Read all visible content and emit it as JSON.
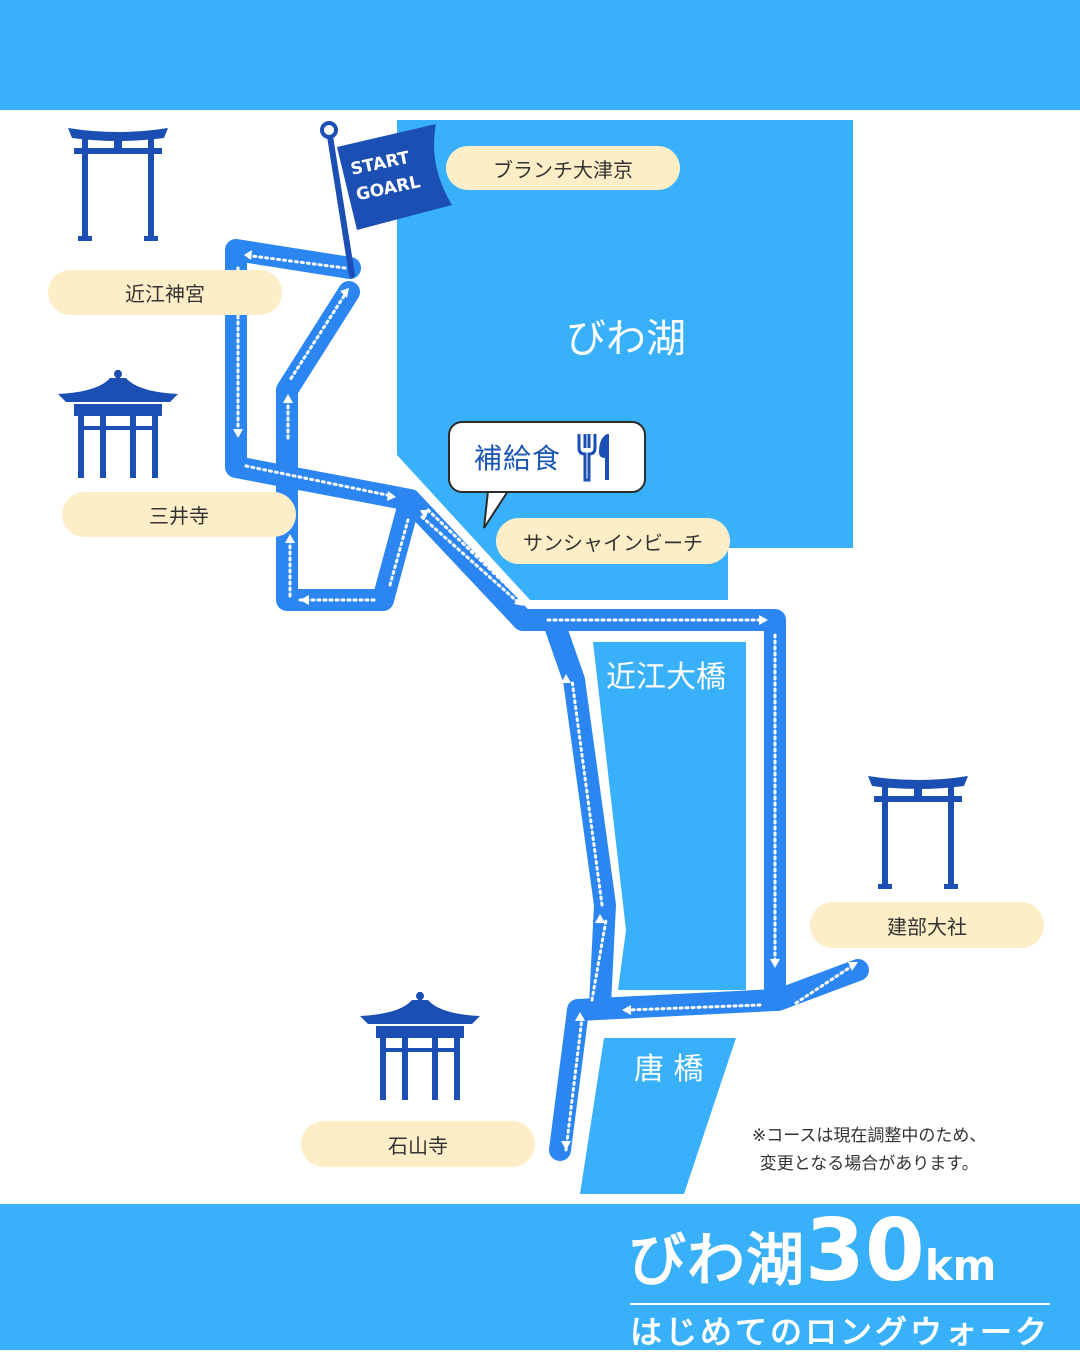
{
  "map": {
    "water": {
      "lake_name": "びわ湖",
      "bridge1": "近江大橋",
      "bridge2": "唐 橋"
    },
    "flag": {
      "line1": "START",
      "line2": "GOARL"
    },
    "places": {
      "branch_otsukyo": "ブランチ大津京",
      "omi_jingu": "近江神宮",
      "miidera": "三井寺",
      "sunshine_beach": "サンシャインビーチ",
      "takebe_taisha": "建部大社",
      "ishiyamadera": "石山寺"
    },
    "aid_station": {
      "label": "補給食",
      "icon": "fork-knife-icon"
    },
    "note": {
      "line1": "※コースは現在調整中のため、",
      "line2": "変更となる場合があります。"
    },
    "icons": [
      "torii-gate-icon",
      "temple-pavilion-icon"
    ]
  },
  "title": {
    "main": "びわ湖",
    "distance": "30",
    "unit": "km",
    "subtitle": "はじめてのロングウォーク"
  },
  "colors": {
    "sky": "#38b1fa",
    "route": "#2b86f2",
    "landmark": "#1b4fb3",
    "label_bg": "#fdeec7"
  }
}
